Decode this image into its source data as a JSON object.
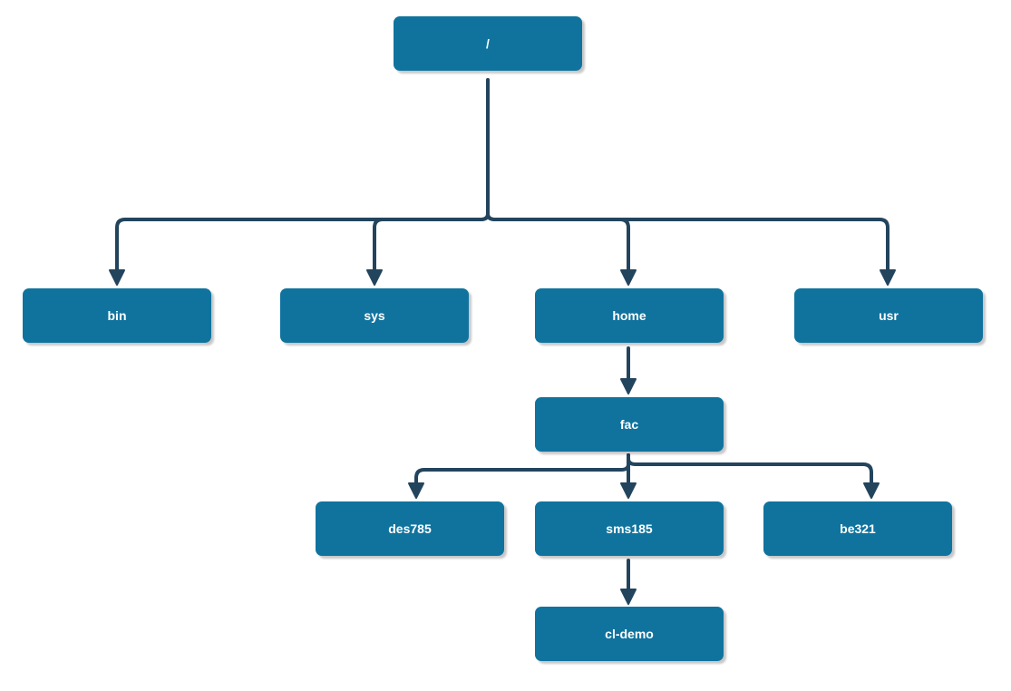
{
  "nodes": {
    "root": "/",
    "bin": "bin",
    "sys": "sys",
    "home": "home",
    "usr": "usr",
    "fac": "fac",
    "des785": "des785",
    "sms185": "sms185",
    "be321": "be321",
    "cl_demo": "cl-demo"
  },
  "colors": {
    "node_fill": "#10739e",
    "node_text": "#ffffff",
    "edge": "#23445d"
  }
}
